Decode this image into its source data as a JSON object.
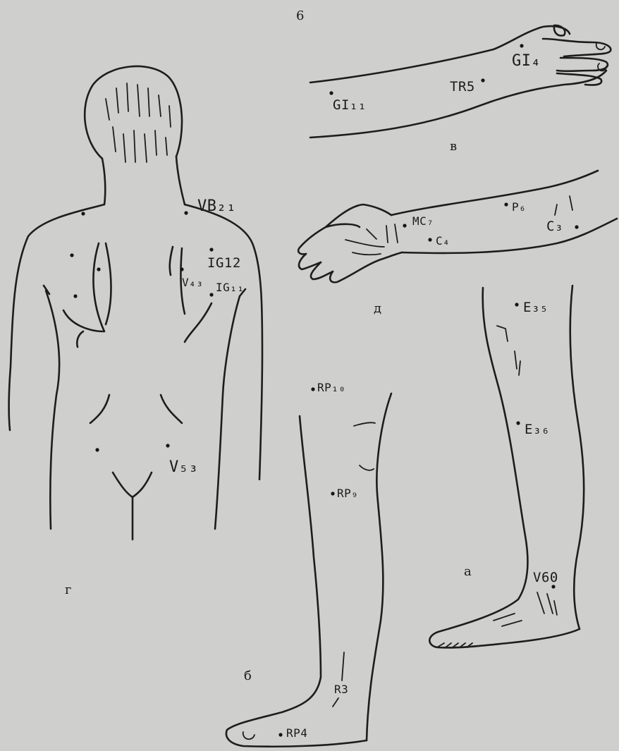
{
  "page_number": "6",
  "panels": {
    "a": "а",
    "b": "б",
    "v": "в",
    "g": "г",
    "d": "д"
  },
  "points": {
    "GI4": "GI₄",
    "TR5": "TR5",
    "GI11": "GI₁₁",
    "P6": "P₆",
    "MC7": "MC₇",
    "C4": "C₄",
    "C3": "C₃",
    "VB21": "VB₂₁",
    "IG12": "IG12",
    "V43": "V₄₃",
    "IG11": "IG₁₁",
    "V53": "V₅₃",
    "E35": "E₃₅",
    "E36": "E₃₆",
    "RP10": "RP₁₀",
    "RP9": "RP₉",
    "V60": "V60",
    "R3": "R3",
    "RP4": "RP4"
  }
}
